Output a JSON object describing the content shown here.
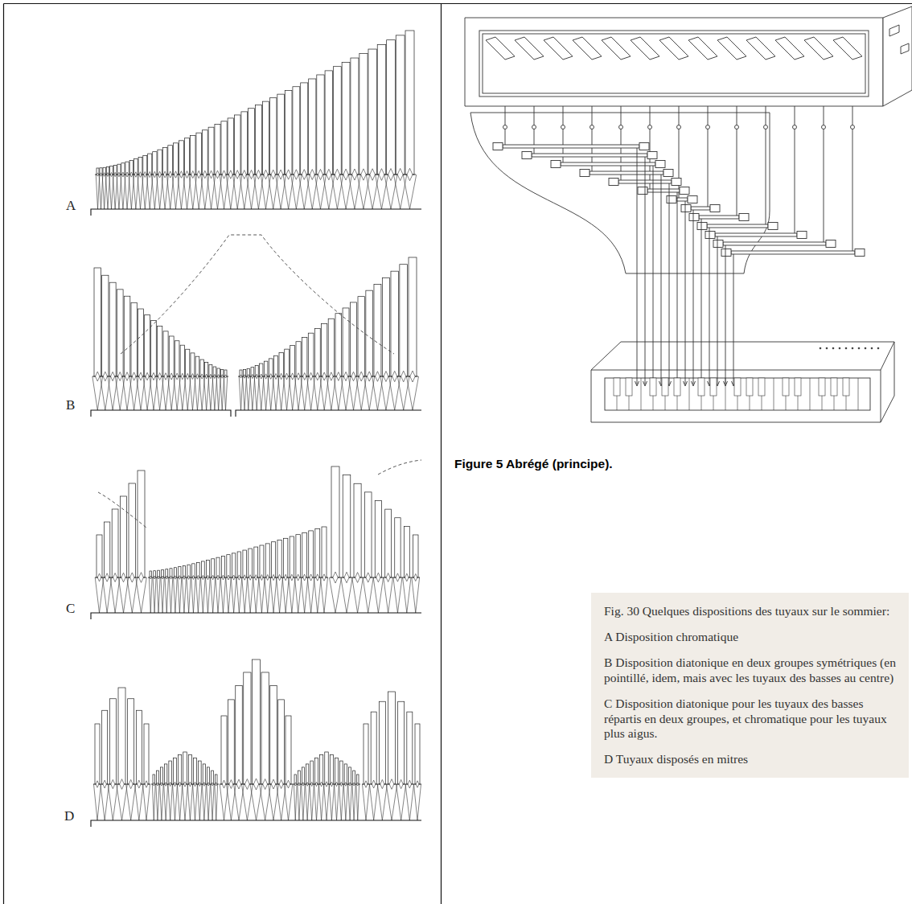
{
  "diagram": {
    "caption": "Figure 5 Abrégé (principe).",
    "nodes": [
      {
        "text": [
          "Fig. 30 Quelques dispositions des tuyaux sur le sommier:",
          "A Disposition chromatique",
          "B Disposition diatonique en deux groupes symétriques (en pointillé, idem, mais avec les tuyaux des basses au centre)",
          "C Disposition diatonique pour les tuyaux des basses répartis en deux groupes, et chromatique pour les tuyaux plus aigus.",
          "D Tuyaux disposés en mitres"
        ]
      }
    ],
    "labels": [
      "A",
      "B",
      "C",
      "D"
    ]
  }
}
